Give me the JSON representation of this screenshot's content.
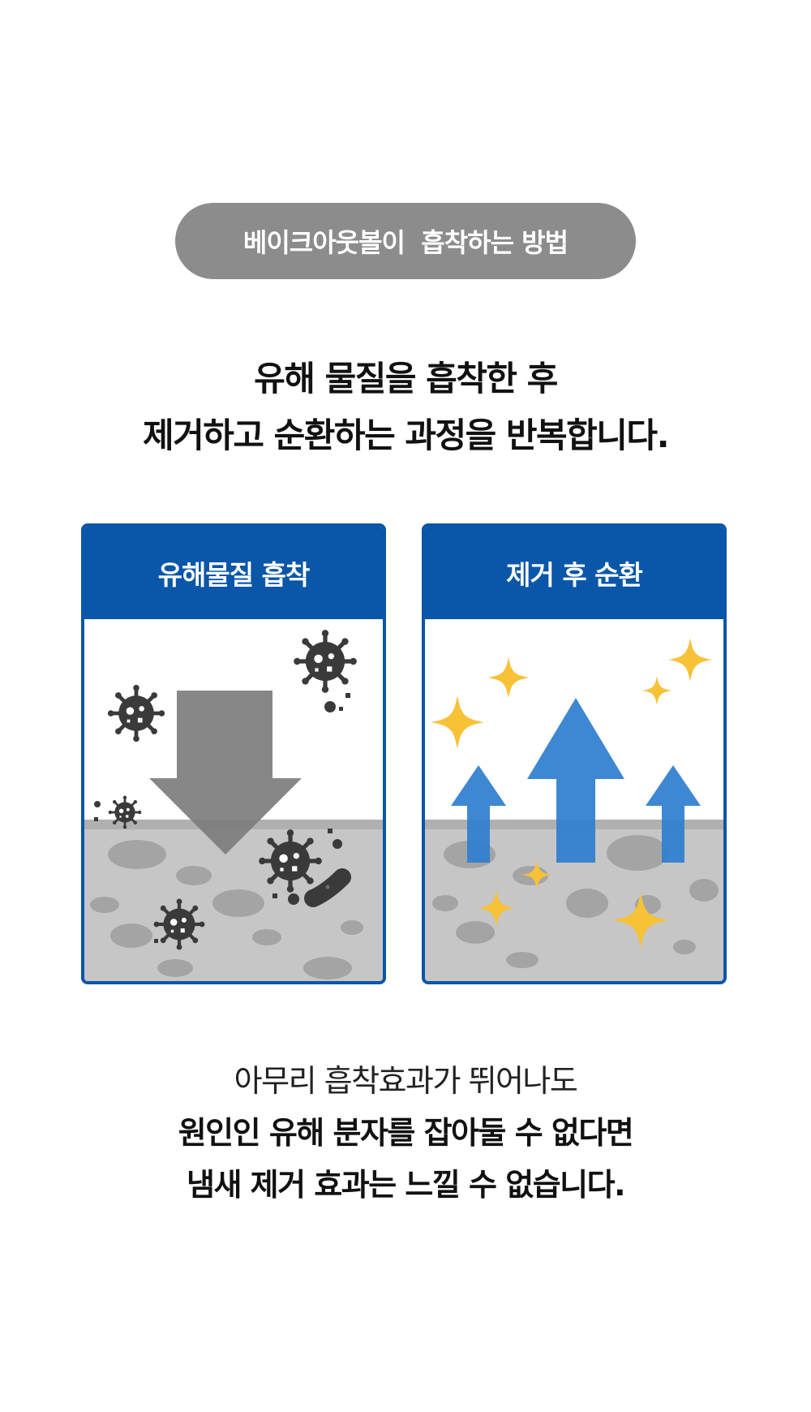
{
  "badge": {
    "label": "베이크아웃볼이  흡착하는 방법"
  },
  "headline": {
    "line1": "유해 물질을 흡착한 후",
    "line2": "제거하고 순환하는 과정을 반복합니다."
  },
  "cards": [
    {
      "title": "유해물질 흡착",
      "illustration": "down-arrow-with-viruses"
    },
    {
      "title": "제거 후 순환",
      "illustration": "up-arrows-with-sparkles"
    }
  ],
  "footer": {
    "line1": "아무리 흡착효과가 뛰어나도",
    "line2": "원인인 유해 분자를 잡아둘 수 없다면",
    "line3": "냄새 제거 효과는 느낄 수 없습니다."
  },
  "colors": {
    "badge_bg": "#8c8c8c",
    "card_blue": "#0a56a8",
    "arrow_blue": "#2f7fd0",
    "sparkle": "#f7c236",
    "virus": "#3a3a3a",
    "ground": "#c4c4c4"
  }
}
